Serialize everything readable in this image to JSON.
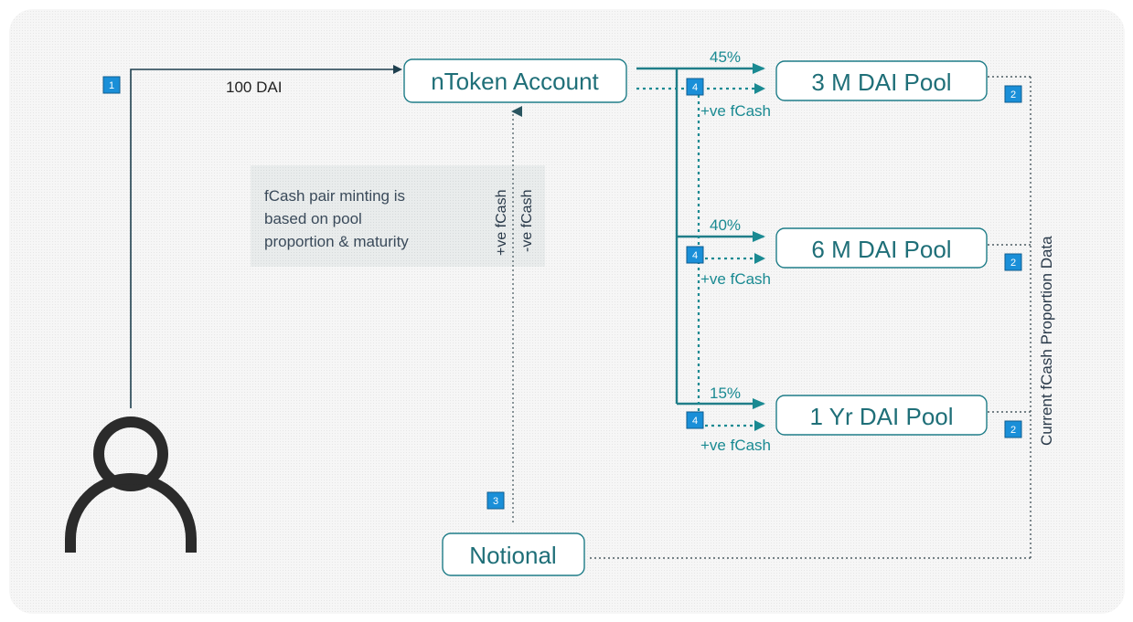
{
  "nodes": {
    "ntoken": "nToken Account",
    "pool_3m": "3 M DAI Pool",
    "pool_6m": "6 M DAI Pool",
    "pool_1yr": "1 Yr DAI Pool",
    "notional": "Notional"
  },
  "labels": {
    "deposit_amount": "100 DAI",
    "pct_3m": "45%",
    "pct_6m": "40%",
    "pct_1yr": "15%",
    "pos_fcash_3m": "+ve fCash",
    "pos_fcash_6m": "+ve fCash",
    "pos_fcash_1yr": "+ve fCash",
    "pos_fcash_vertical": "+ve fCash",
    "neg_fcash_vertical": "-ve fCash",
    "side_label": "Current fCash Proportion Data"
  },
  "note": {
    "lines": [
      "fCash pair minting is",
      "based on pool",
      "proportion & maturity"
    ]
  },
  "badges": {
    "b1": "1",
    "b2_3m": "2",
    "b2_6m": "2",
    "b2_1yr": "2",
    "b3": "3",
    "b4_3m": "4",
    "b4_6m": "4",
    "b4_1yr": "4"
  },
  "icons": {
    "user": "user-icon"
  },
  "colors": {
    "background": "#f4f4f4",
    "teal_stroke": "#1f7d88",
    "badge_fill": "#1a8fd8",
    "note_fill": "#e6e9ea"
  }
}
